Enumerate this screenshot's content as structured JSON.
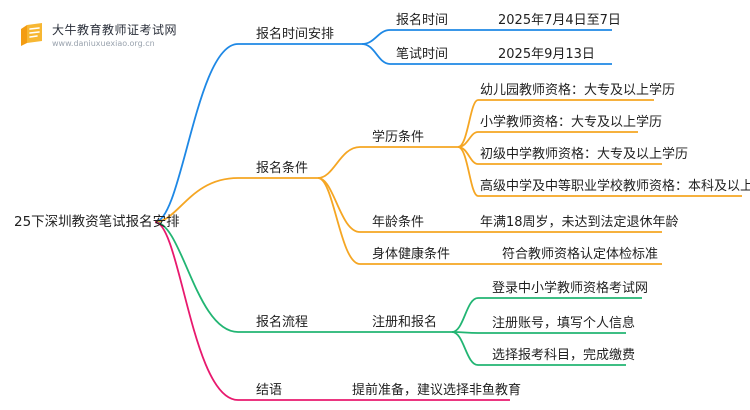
{
  "logo": {
    "title": "大牛教育教师证考试网",
    "url": "www.daniuxuexiao.org.cn"
  },
  "colors": {
    "blue": "#1e88e5",
    "orange": "#f5a623",
    "green": "#22b573",
    "pink": "#e8196e"
  },
  "mindmap": {
    "root": "25下深圳教资笔试报名安排",
    "branches": [
      {
        "label": "报名时间安排",
        "color": "blue",
        "children": [
          {
            "label": "报名时间",
            "value": "2025年7月4日至7日"
          },
          {
            "label": "笔试时间",
            "value": "2025年9月13日"
          }
        ]
      },
      {
        "label": "报名条件",
        "color": "orange",
        "children": [
          {
            "label": "学历条件",
            "items": [
              "幼儿园教师资格：大专及以上学历",
              "小学教师资格：大专及以上学历",
              "初级中学教师资格：大专及以上学历",
              "高级中学及中等职业学校教师资格：本科及以上学历"
            ]
          },
          {
            "label": "年龄条件",
            "value": "年满18周岁，未达到法定退休年龄"
          },
          {
            "label": "身体健康条件",
            "value": "符合教师资格认定体检标准"
          }
        ]
      },
      {
        "label": "报名流程",
        "color": "green",
        "children": [
          {
            "label": "注册和报名",
            "items": [
              "登录中小学教师资格考试网",
              "注册账号，填写个人信息",
              "选择报考科目，完成缴费"
            ]
          }
        ]
      },
      {
        "label": "结语",
        "color": "pink",
        "children": [
          {
            "label": "提前准备，建议选择非鱼教育"
          }
        ]
      }
    ]
  }
}
